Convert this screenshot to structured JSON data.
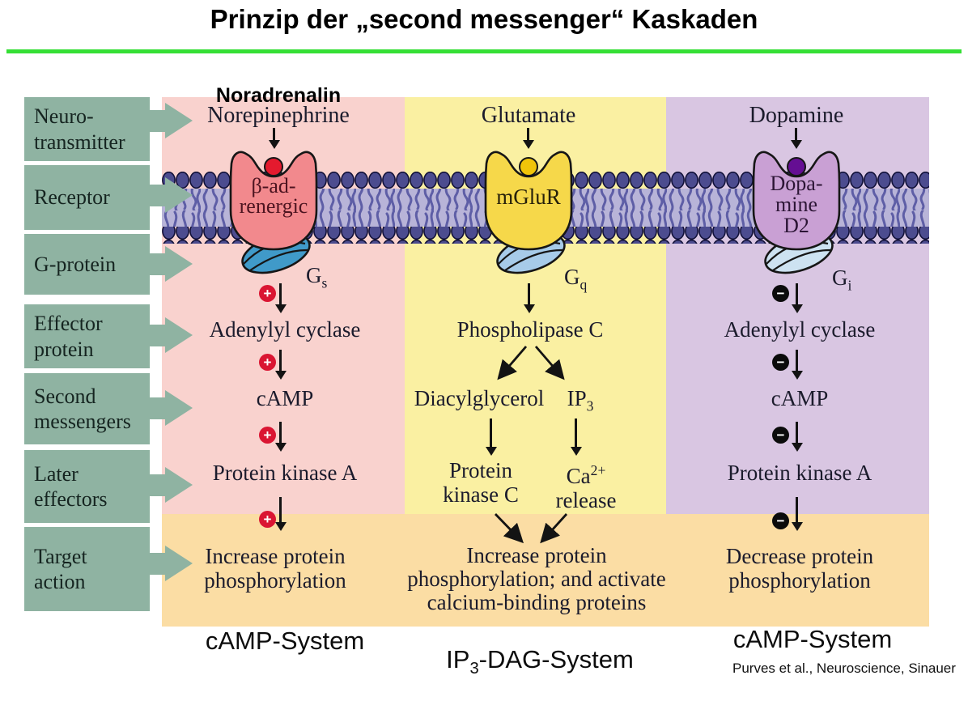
{
  "title": {
    "text": "Prinzip der „second messenger“ Kaskaden"
  },
  "rows": [
    {
      "label": "Neuro-\ntransmitter"
    },
    {
      "label": "Receptor"
    },
    {
      "label": "G-protein"
    },
    {
      "label": "Effector\nprotein"
    },
    {
      "label": "Second\nmessengers"
    },
    {
      "label": "Later\neffectors"
    },
    {
      "label": "Target\naction"
    }
  ],
  "columns": [
    {
      "system": "cAMP-System",
      "panel_color": "#f9d2ce",
      "transmitter_annotation": "Noradrenalin",
      "transmitter": "Norepinephrine",
      "receptor": "β-ad-\nrenergic",
      "receptor_color": "#f2898d",
      "ligand_color": "#e41a2e",
      "g_protein": {
        "base": "G",
        "sub": "s"
      },
      "g_protein_color": "#409ac9",
      "sign": "+",
      "effector": "Adenylyl cyclase",
      "second_messenger": "cAMP",
      "later_effector": "Protein kinase A",
      "target_action": "Increase protein\nphosphorylation"
    },
    {
      "system_parts": {
        "pre": "IP",
        "sub": "3",
        "post": "-DAG-System"
      },
      "panel_color": "#faf0a2",
      "transmitter": "Glutamate",
      "receptor": "mGluR",
      "receptor_color": "#f6d84a",
      "ligand_color": "#f0c409",
      "g_protein": {
        "base": "G",
        "sub": "q"
      },
      "g_protein_color": "#a7cbe9",
      "effector": "Phospholipase C",
      "branch_left": {
        "messenger": "Diacylglycerol",
        "effector": "Protein\nkinase C"
      },
      "branch_right": {
        "messenger_pre": "IP",
        "messenger_sub": "3",
        "effector_pre": "Ca",
        "effector_sup": "2+",
        "effector_line2": "release"
      },
      "target_action": "Increase protein\nphosphorylation; and activate\ncalcium-binding proteins"
    },
    {
      "system": "cAMP-System",
      "panel_color": "#d9c6e2",
      "transmitter": "Dopamine",
      "receptor": "Dopa-\nmine\nD2",
      "receptor_color": "#c9a0d4",
      "ligand_color": "#650e93",
      "g_protein": {
        "base": "G",
        "sub": "i"
      },
      "g_protein_color": "#cde2f1",
      "sign": "−",
      "effector": "Adenylyl cyclase",
      "second_messenger": "cAMP",
      "later_effector": "Protein kinase A",
      "target_action": "Decrease protein\nphosphorylation"
    }
  ],
  "citation": "Purves et al., Neuroscience, Sinauer",
  "colors": {
    "row_label_bg": "#8fb3a2",
    "divider_green": "#35df35",
    "membrane_head": "#4c4c8f",
    "membrane_core": "#b8b4d8",
    "membrane_tail": "#5e5ea6",
    "target_band": "#fbdda4",
    "plus_badge": "#da1532",
    "minus_badge": "#0b0b0b"
  }
}
